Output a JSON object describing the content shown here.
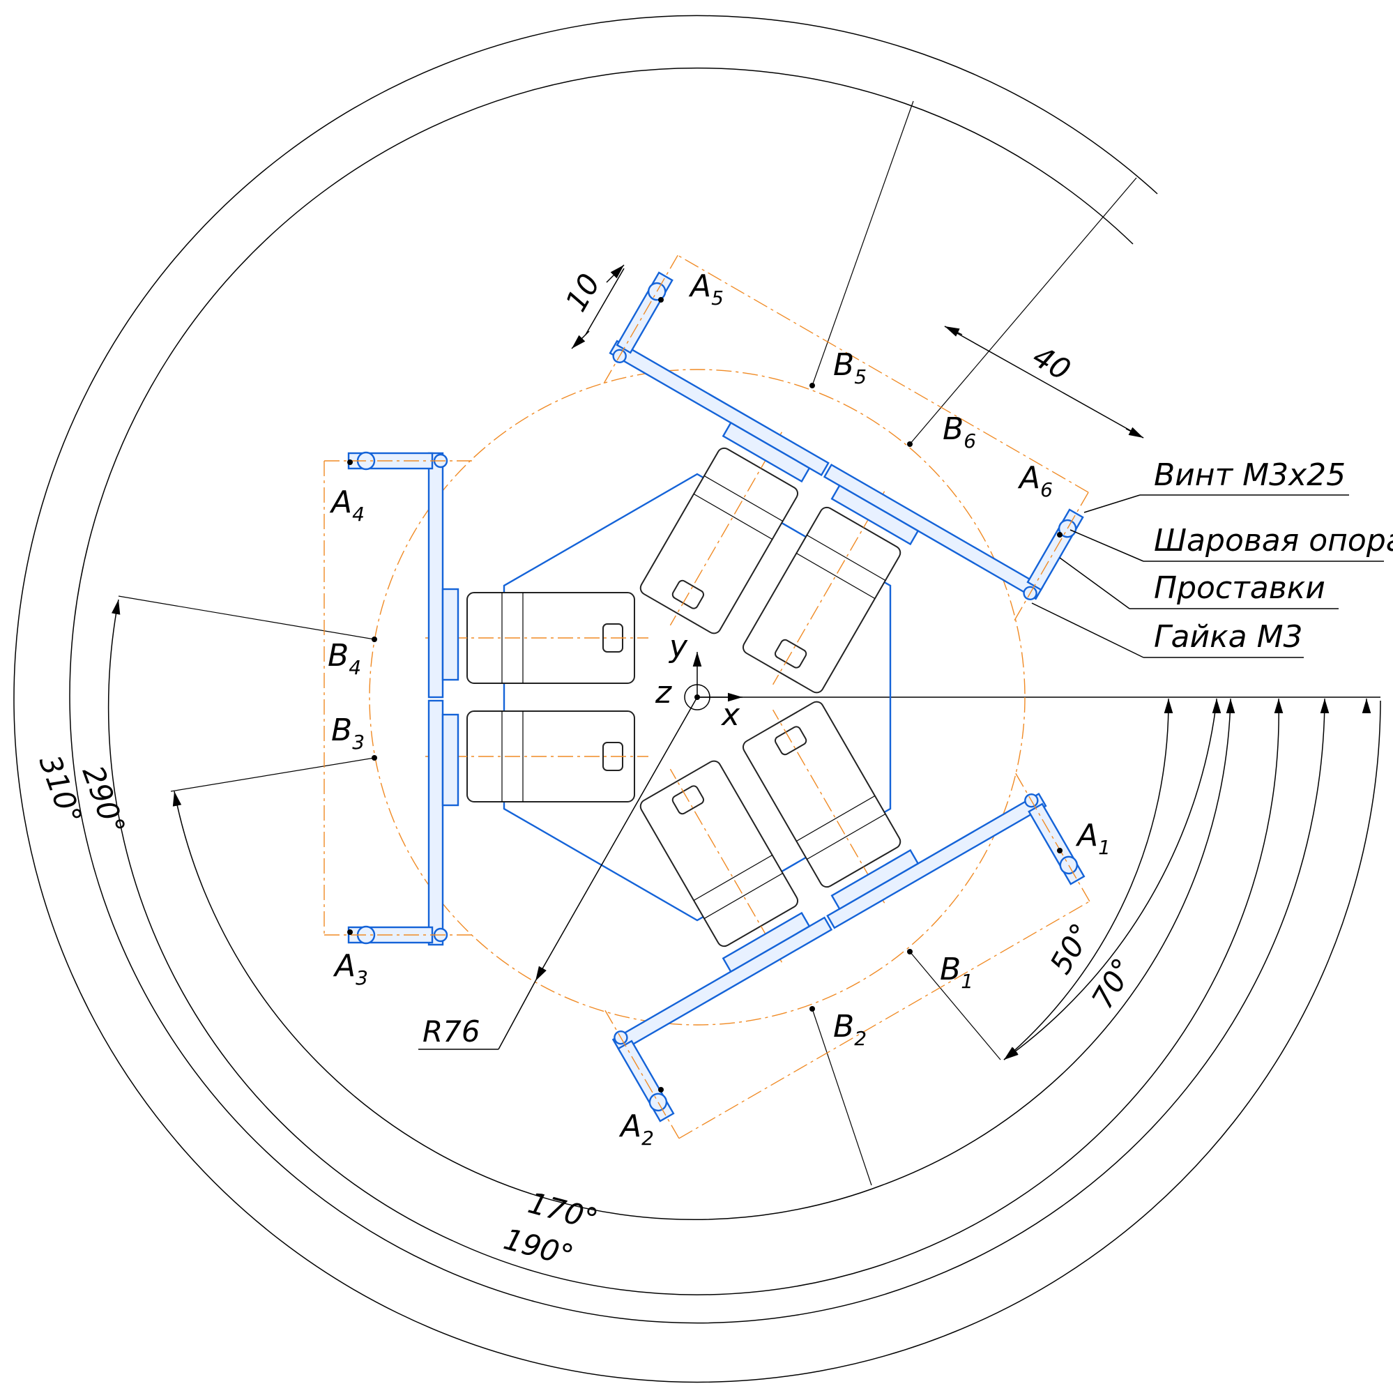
{
  "points": {
    "A1": {
      "letter": "A",
      "sub": "1"
    },
    "A2": {
      "letter": "A",
      "sub": "2"
    },
    "A3": {
      "letter": "A",
      "sub": "3"
    },
    "A4": {
      "letter": "A",
      "sub": "4"
    },
    "A5": {
      "letter": "A",
      "sub": "5"
    },
    "A6": {
      "letter": "A",
      "sub": "6"
    },
    "B1": {
      "letter": "B",
      "sub": "1"
    },
    "B2": {
      "letter": "B",
      "sub": "2"
    },
    "B3": {
      "letter": "B",
      "sub": "3"
    },
    "B4": {
      "letter": "B",
      "sub": "4"
    },
    "B5": {
      "letter": "B",
      "sub": "5"
    },
    "B6": {
      "letter": "B",
      "sub": "6"
    }
  },
  "axes": {
    "x": "x",
    "y": "y",
    "z": "z"
  },
  "dimensions": {
    "radius": "R76",
    "length_10": "10",
    "length_40": "40",
    "angle_50": "50°",
    "angle_70": "70°",
    "angle_170": "170°",
    "angle_190": "190°",
    "angle_290": "290°",
    "angle_310": "310°"
  },
  "callouts": {
    "screw": "Винт М3х25",
    "ball_joint": "Шаровая опора",
    "spacers": "Проставки",
    "nut": "Гайка М3"
  },
  "colors": {
    "part_lines": "#1463d8",
    "center_lines": "#f08a24",
    "dimension_lines": "#000000"
  }
}
